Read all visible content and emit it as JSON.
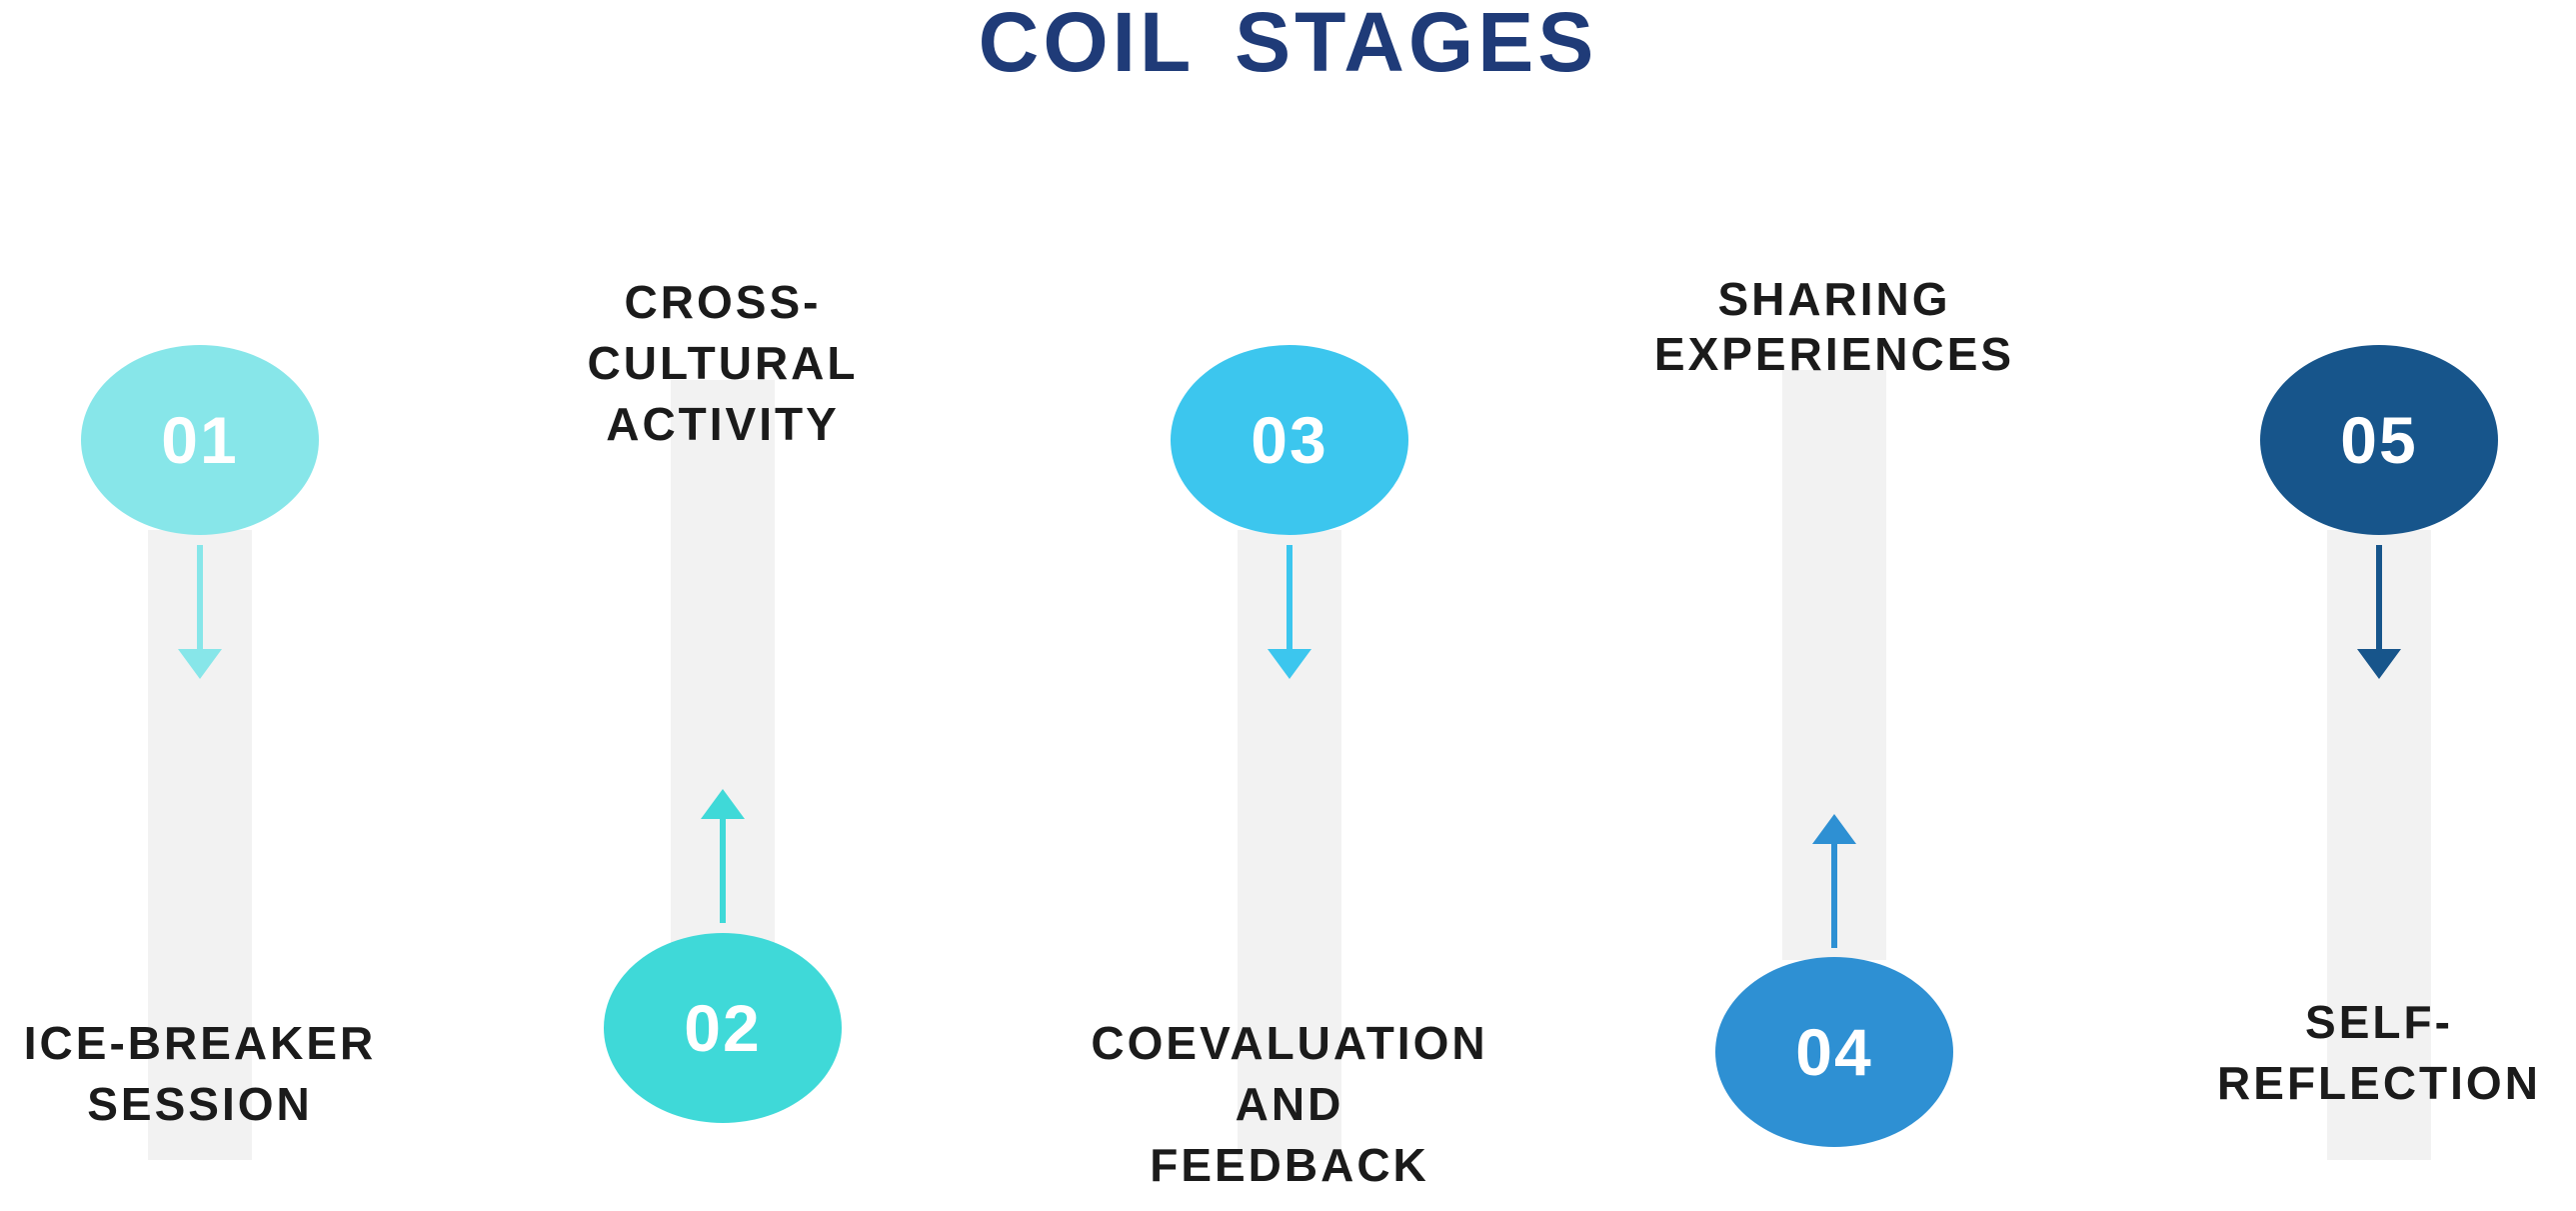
{
  "title": "COIL STAGES",
  "stages": [
    {
      "number": "01",
      "label_lines": [
        "ICE-BREAKER",
        "SESSION"
      ],
      "color": "#87e6e9",
      "arrow": "down"
    },
    {
      "number": "02",
      "label_lines": [
        "CROSS-",
        "CULTURAL",
        "ACTIVITY"
      ],
      "color": "#3fd9d8",
      "arrow": "up"
    },
    {
      "number": "03",
      "label_lines": [
        "COEVALUATION",
        "AND",
        "FEEDBACK"
      ],
      "color": "#3cc6ee",
      "arrow": "down"
    },
    {
      "number": "04",
      "label_lines": [
        "SHARING",
        "EXPERIENCES"
      ],
      "color": "#2e90d3",
      "arrow": "up"
    },
    {
      "number": "05",
      "label_lines": [
        "SELF-",
        "REFLECTION"
      ],
      "color": "#17558b",
      "arrow": "down"
    }
  ]
}
